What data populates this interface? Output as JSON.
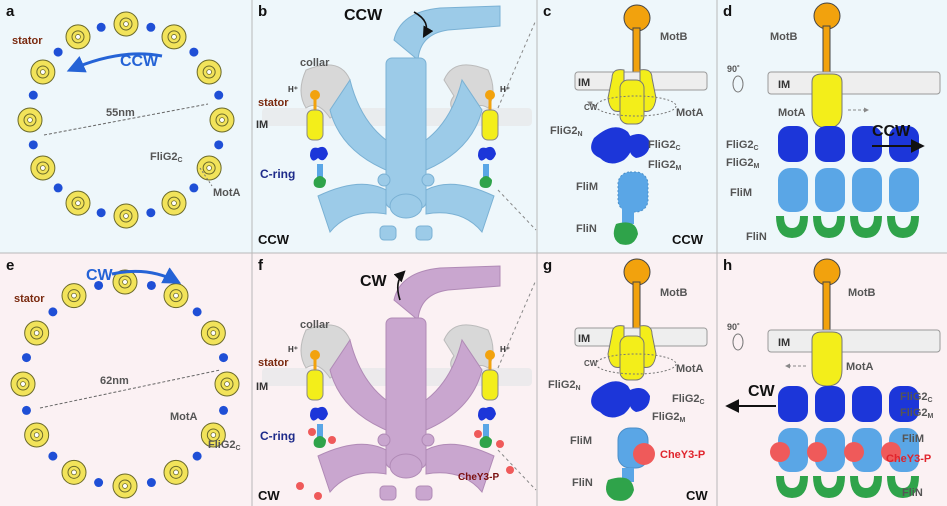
{
  "panels": {
    "a": {
      "label": "a",
      "direction": "CCW",
      "stator": "stator",
      "diameter": "55nm",
      "flig2c": "FliG2",
      "flig2c_sub": "C",
      "mota": "MotA"
    },
    "b": {
      "label": "b",
      "direction": "CCW",
      "collar": "collar",
      "h": "H⁺",
      "stator": "stator",
      "im": "IM",
      "cring": "C-ring",
      "bottom": "CCW"
    },
    "c": {
      "label": "c",
      "motb": "MotB",
      "im": "IM",
      "cw_small": "CW",
      "mota": "MotA",
      "flig2n": "FliG2",
      "flig2n_sub": "N",
      "flig2c": "FliG2",
      "flig2c_sub": "C",
      "flig2m": "FliG2",
      "flig2m_sub": "M",
      "flim": "FliM",
      "flin": "FliN",
      "bottom": "CCW"
    },
    "d": {
      "label": "d",
      "rot": "90˚",
      "motb": "MotB",
      "im": "IM",
      "mota": "MotA",
      "flig2c": "FliG2",
      "flig2c_sub": "C",
      "flig2m": "FliG2",
      "flig2m_sub": "M",
      "direction": "CCW",
      "flim": "FliM",
      "flin": "FliN"
    },
    "e": {
      "label": "e",
      "direction": "CW",
      "stator": "stator",
      "diameter": "62nm",
      "mota": "MotA",
      "flig2c": "FliG2",
      "flig2c_sub": "C"
    },
    "f": {
      "label": "f",
      "direction": "CW",
      "collar": "collar",
      "h": "H⁺",
      "stator": "stator",
      "im": "IM",
      "cring": "C-ring",
      "chey": "CheY3-P",
      "bottom": "CW"
    },
    "g": {
      "label": "g",
      "motb": "MotB",
      "im": "IM",
      "cw_small": "CW",
      "mota": "MotA",
      "flig2n": "FliG2",
      "flig2n_sub": "N",
      "flig2c": "FliG2",
      "flig2c_sub": "C",
      "flig2m": "FliG2",
      "flig2m_sub": "M",
      "flim": "FliM",
      "chey": "CheY3-P",
      "flin": "FliN",
      "bottom": "CW"
    },
    "h": {
      "label": "h",
      "rot": "90˚",
      "motb": "MotB",
      "im": "IM",
      "mota": "MotA",
      "direction": "CW",
      "flig2c": "FliG2",
      "flig2c_sub": "C",
      "flig2m": "FliG2",
      "flig2m_sub": "M",
      "flim": "FliM",
      "chey": "CheY3-P",
      "flin": "FliN"
    }
  },
  "colors": {
    "bg_top": "#eef7fb",
    "bg_bottom": "#fbf1f3",
    "stator": "#f2e35a",
    "blue_dot": "#1f4fd6",
    "flig2": "#1c36d9",
    "flim": "#5aa6e6",
    "flin": "#2fa34a",
    "motb": "#f2a20d",
    "mota": "#f3ee1a",
    "body_ccw": "#9ccbe8",
    "body_cw": "#c9a6cf",
    "chey": "#ef5a5a",
    "arrow_blue": "#2563d6"
  }
}
